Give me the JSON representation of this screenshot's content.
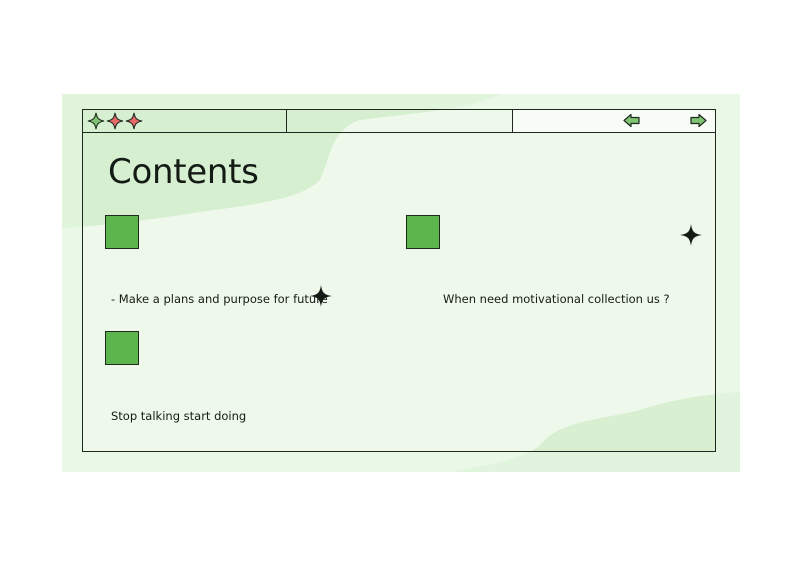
{
  "slide": {
    "title": "Contents",
    "items": [
      {
        "text": "- Make a plans and purpose for future"
      },
      {
        "text": "When need motivational collection us ?"
      },
      {
        "text": "Stop talking start doing"
      }
    ]
  },
  "titlebar": {
    "sparkle_icons": [
      "sparkle-green-icon",
      "sparkle-red-icon",
      "sparkle-red-icon"
    ],
    "nav_icons": [
      "arrow-left-icon",
      "arrow-right-icon"
    ]
  },
  "colors": {
    "background_wash": "#e6f6e2",
    "accent_green": "#5cb54d",
    "accent_red": "#e86b6b",
    "outline": "#1f2a1f"
  }
}
